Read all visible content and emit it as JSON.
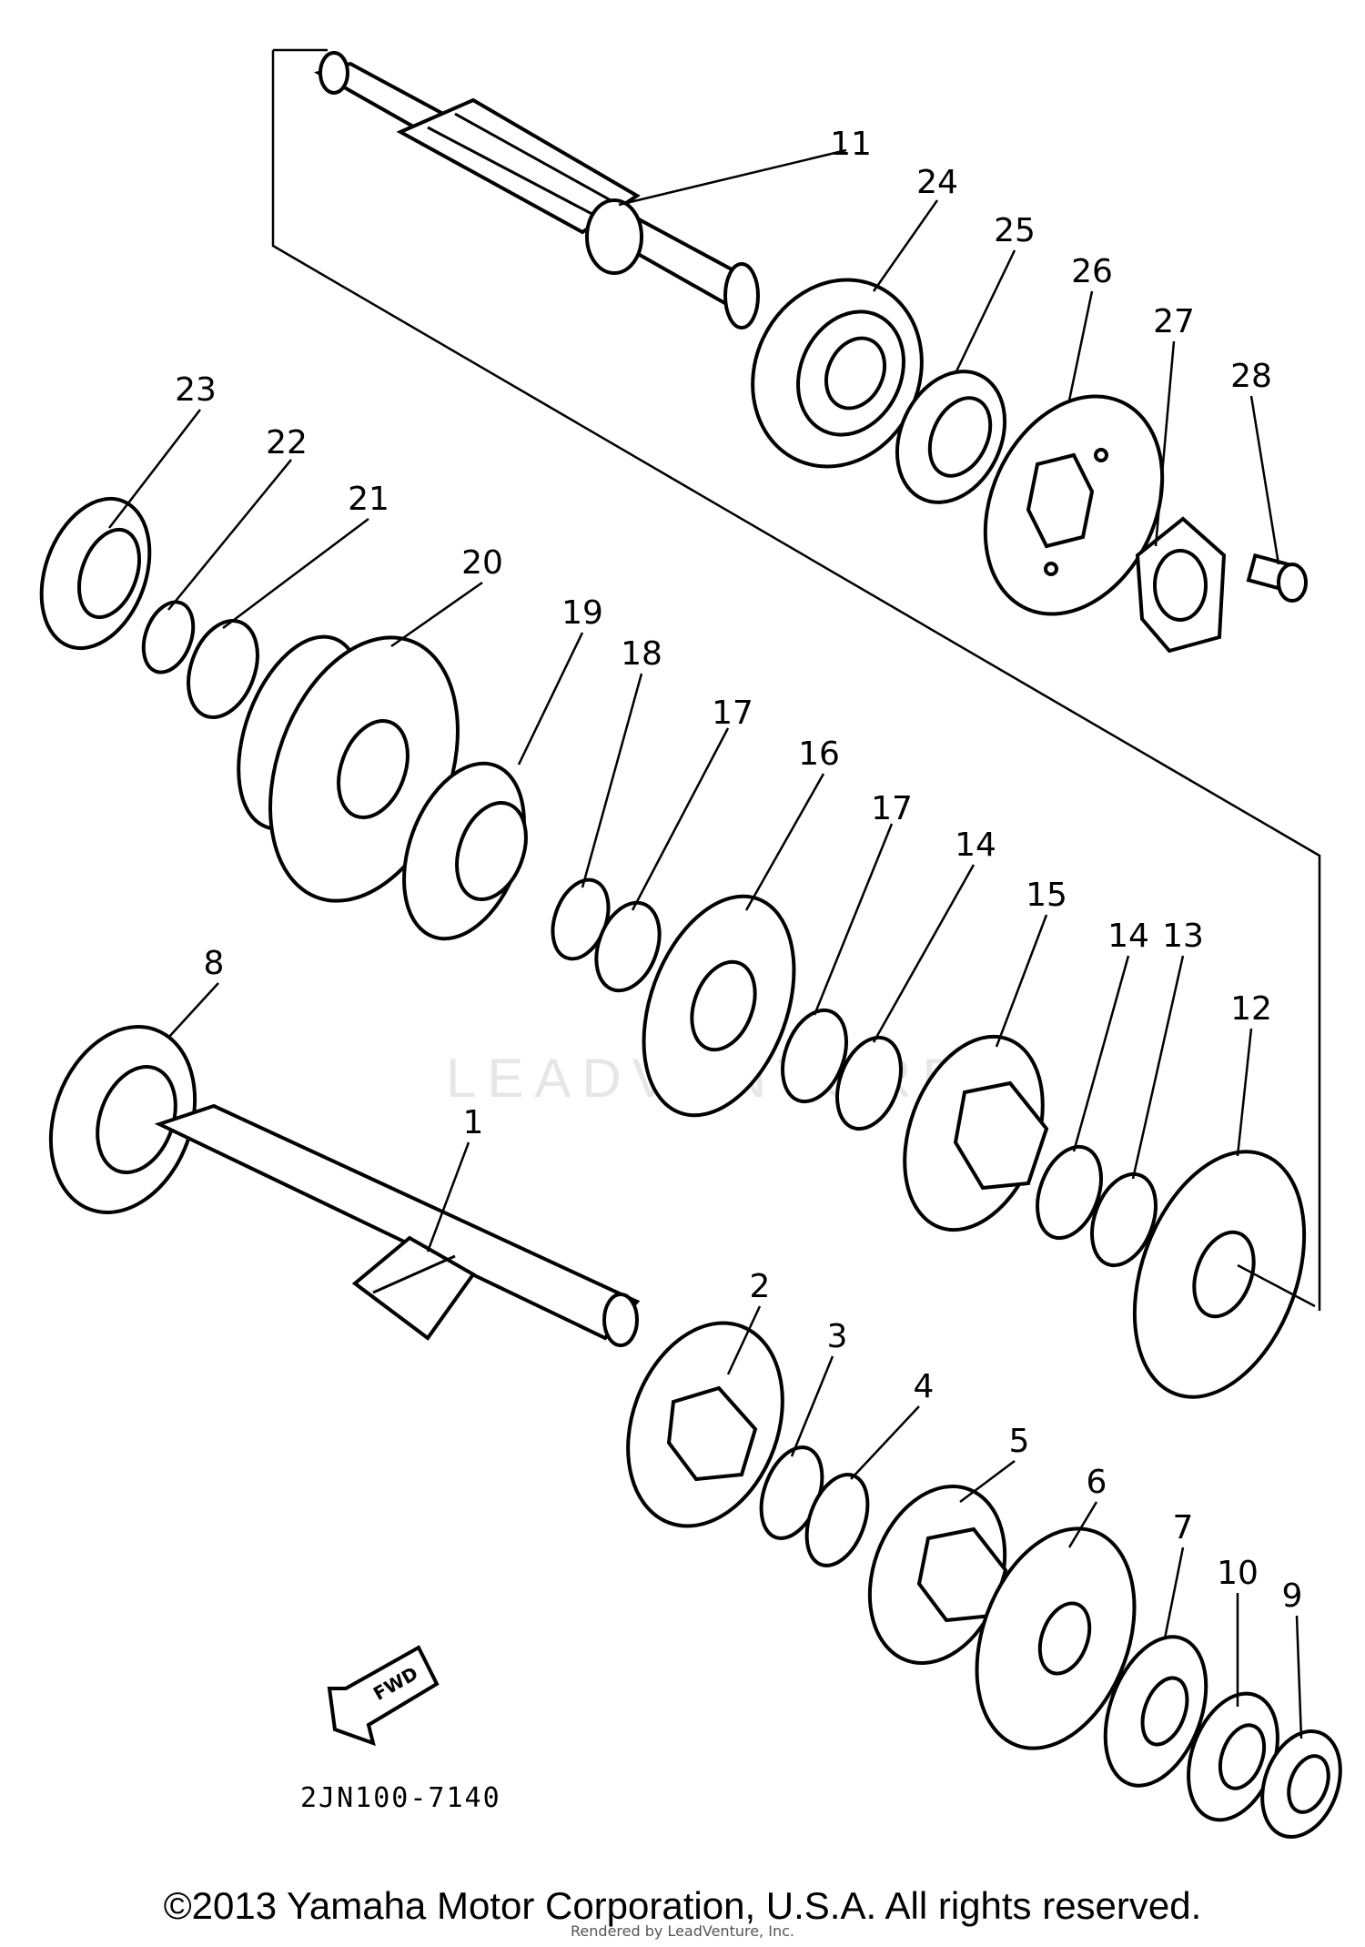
{
  "diagram": {
    "part_numbers": [
      "1",
      "2",
      "3",
      "4",
      "5",
      "6",
      "7",
      "8",
      "9",
      "10",
      "11",
      "12",
      "13",
      "14",
      "14",
      "15",
      "16",
      "17",
      "17",
      "18",
      "19",
      "20",
      "21",
      "22",
      "23",
      "24",
      "25",
      "26",
      "27",
      "28"
    ],
    "drawing_code": "2JN100-7140",
    "fwd_label": "FWD",
    "watermark": "LEADVENTURE"
  },
  "footer": {
    "copyright": "©2013 Yamaha Motor Corporation, U.S.A. All rights reserved.",
    "rendered_by": "Rendered by LeadVenture, Inc."
  }
}
